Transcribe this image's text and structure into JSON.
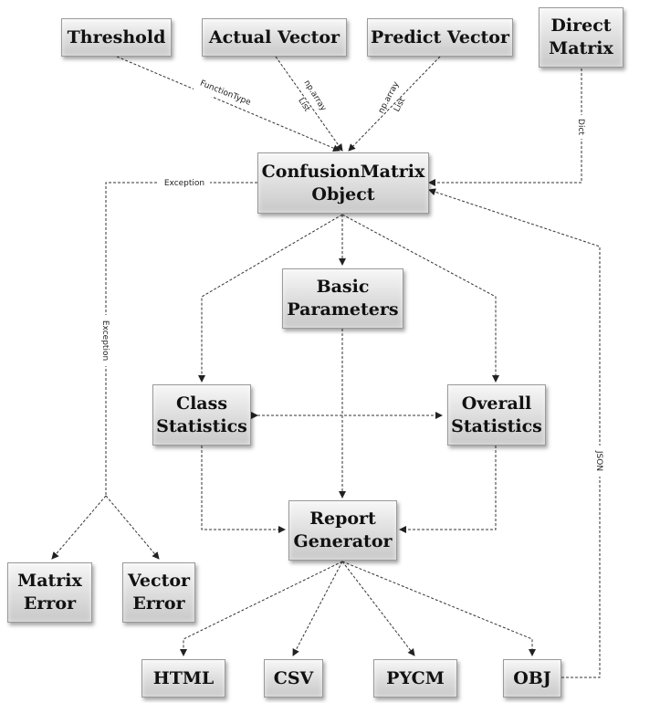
{
  "nodes": {
    "threshold": "Threshold",
    "actual_vector": "Actual Vector",
    "predict_vector": "Predict Vector",
    "direct_matrix": [
      "Direct",
      "Matrix"
    ],
    "confusion_matrix": [
      "ConfusionMatrix",
      "Object"
    ],
    "basic_parameters": [
      "Basic",
      "Parameters"
    ],
    "class_statistics": [
      "Class",
      "Statistics"
    ],
    "overall_statistics": [
      "Overall",
      "Statistics"
    ],
    "report_generator": [
      "Report",
      "Generator"
    ],
    "matrix_error": [
      "Matrix",
      "Error"
    ],
    "vector_error": [
      "Vector",
      "Error"
    ],
    "html": "HTML",
    "csv": "CSV",
    "pycm": "PYCM",
    "obj": "OBJ"
  },
  "edge_labels": {
    "function_type": "FunctionType",
    "np_array": "np.array",
    "list": "List",
    "dict": "Dict",
    "exception_top": "Exception",
    "exception_side": "Exception",
    "json": "JSON"
  }
}
